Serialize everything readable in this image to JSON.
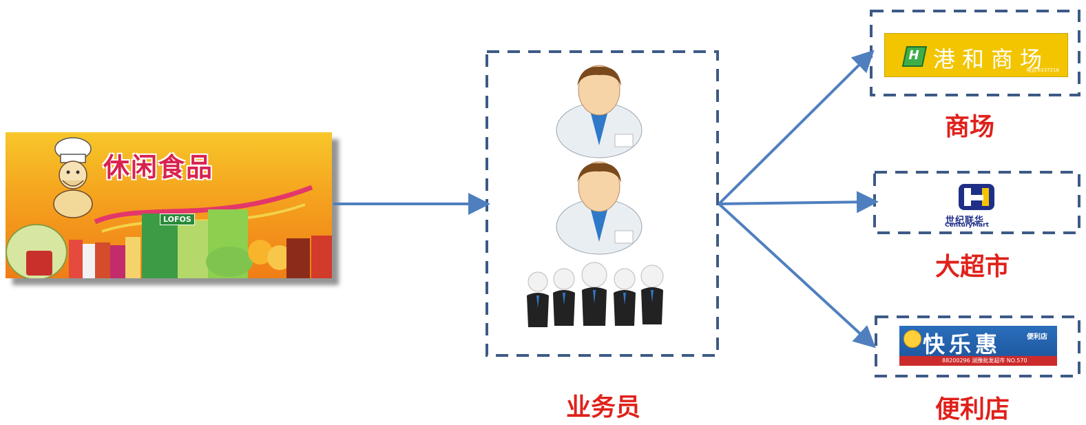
{
  "diagram": {
    "source": {
      "banner_title": "休闲食品",
      "pack_label": "LOFOS"
    },
    "middle": {
      "label": "业务员"
    },
    "targets": [
      {
        "label": "商场",
        "logo_text": "港和商场",
        "logo_mark": "H",
        "logo_phone": "电话:6337218"
      },
      {
        "label": "大超市",
        "logo_text": "世纪联华",
        "logo_subtext": "CenturyMart"
      },
      {
        "label": "便利店",
        "logo_text": "快乐惠",
        "logo_tag": "便利店",
        "logo_footer": "88200296   湖豫批发超市   NO.570"
      }
    ]
  },
  "colors": {
    "arrow": "#4f7fbf",
    "dashed_border": "#3d5a86",
    "label": "#e0211b",
    "mall_logo_bg": "#f2c500",
    "mart_logo": "#1f2f88",
    "store_logo_bg": "#2a6ebb"
  }
}
